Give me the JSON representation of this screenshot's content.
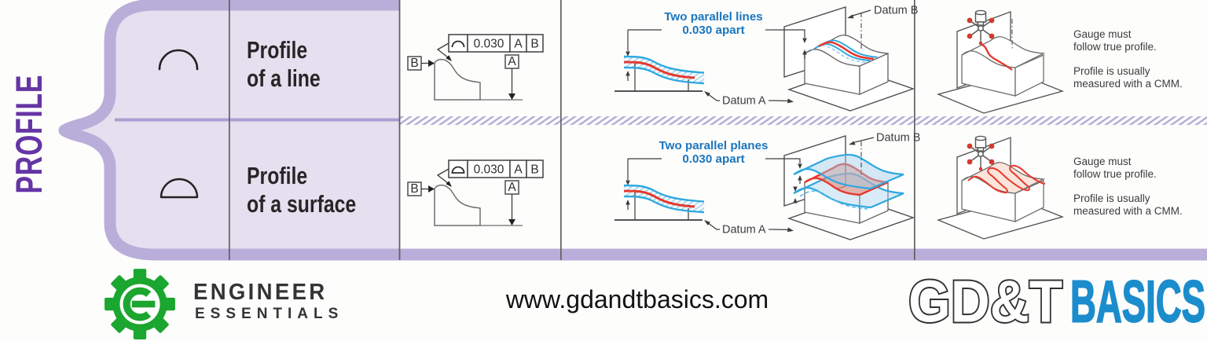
{
  "category": {
    "label": "PROFILE"
  },
  "rows": [
    {
      "symbol": "profile-of-a-line",
      "name": {
        "line1": "Profile",
        "line2": "of a line"
      },
      "fcf": {
        "tolerance": "0.030",
        "datum_primary": "A",
        "datum_secondary": "B",
        "left_datum_label": "B",
        "bottom_datum_label": "A"
      },
      "tolerance_zone": {
        "label_line1": "Two parallel lines",
        "label_line2": "0.030 apart",
        "datum_a_label": "Datum A",
        "datum_b_label": "Datum B"
      },
      "gauge_notes": {
        "l1": "Gauge must",
        "l2": "follow true profile.",
        "l3": "Profile is usually",
        "l4": "measured with a CMM."
      }
    },
    {
      "symbol": "profile-of-a-surface",
      "name": {
        "line1": "Profile",
        "line2": "of a surface"
      },
      "fcf": {
        "tolerance": "0.030",
        "datum_primary": "A",
        "datum_secondary": "B",
        "left_datum_label": "B",
        "bottom_datum_label": "A"
      },
      "tolerance_zone": {
        "label_line1": "Two parallel planes",
        "label_line2": "0.030 apart",
        "datum_a_label": "Datum A",
        "datum_b_label": "Datum B"
      },
      "gauge_notes": {
        "l1": "Gauge must",
        "l2": "follow true profile.",
        "l3": "Profile is usually",
        "l4": "measured with a CMM."
      }
    }
  ],
  "footer": {
    "logo_left_line1": "ENGINEER",
    "logo_left_line2": "ESSENTIALS",
    "website": "www.gdandtbasics.com",
    "logo_right_word1": "GD&T",
    "logo_right_word2": "BASICS"
  },
  "colors": {
    "category_purple": "#6535a4",
    "frame_purple": "#b9aed9",
    "cell_lavender": "#e5dfef",
    "divider_gray": "#606060",
    "annotation_blue": "#1b76bd",
    "zone_blue": "#2fa8e0",
    "actual_red": "#e5392f",
    "logo_green": "#1ba62f",
    "basics_blue": "#1b8ccc"
  }
}
